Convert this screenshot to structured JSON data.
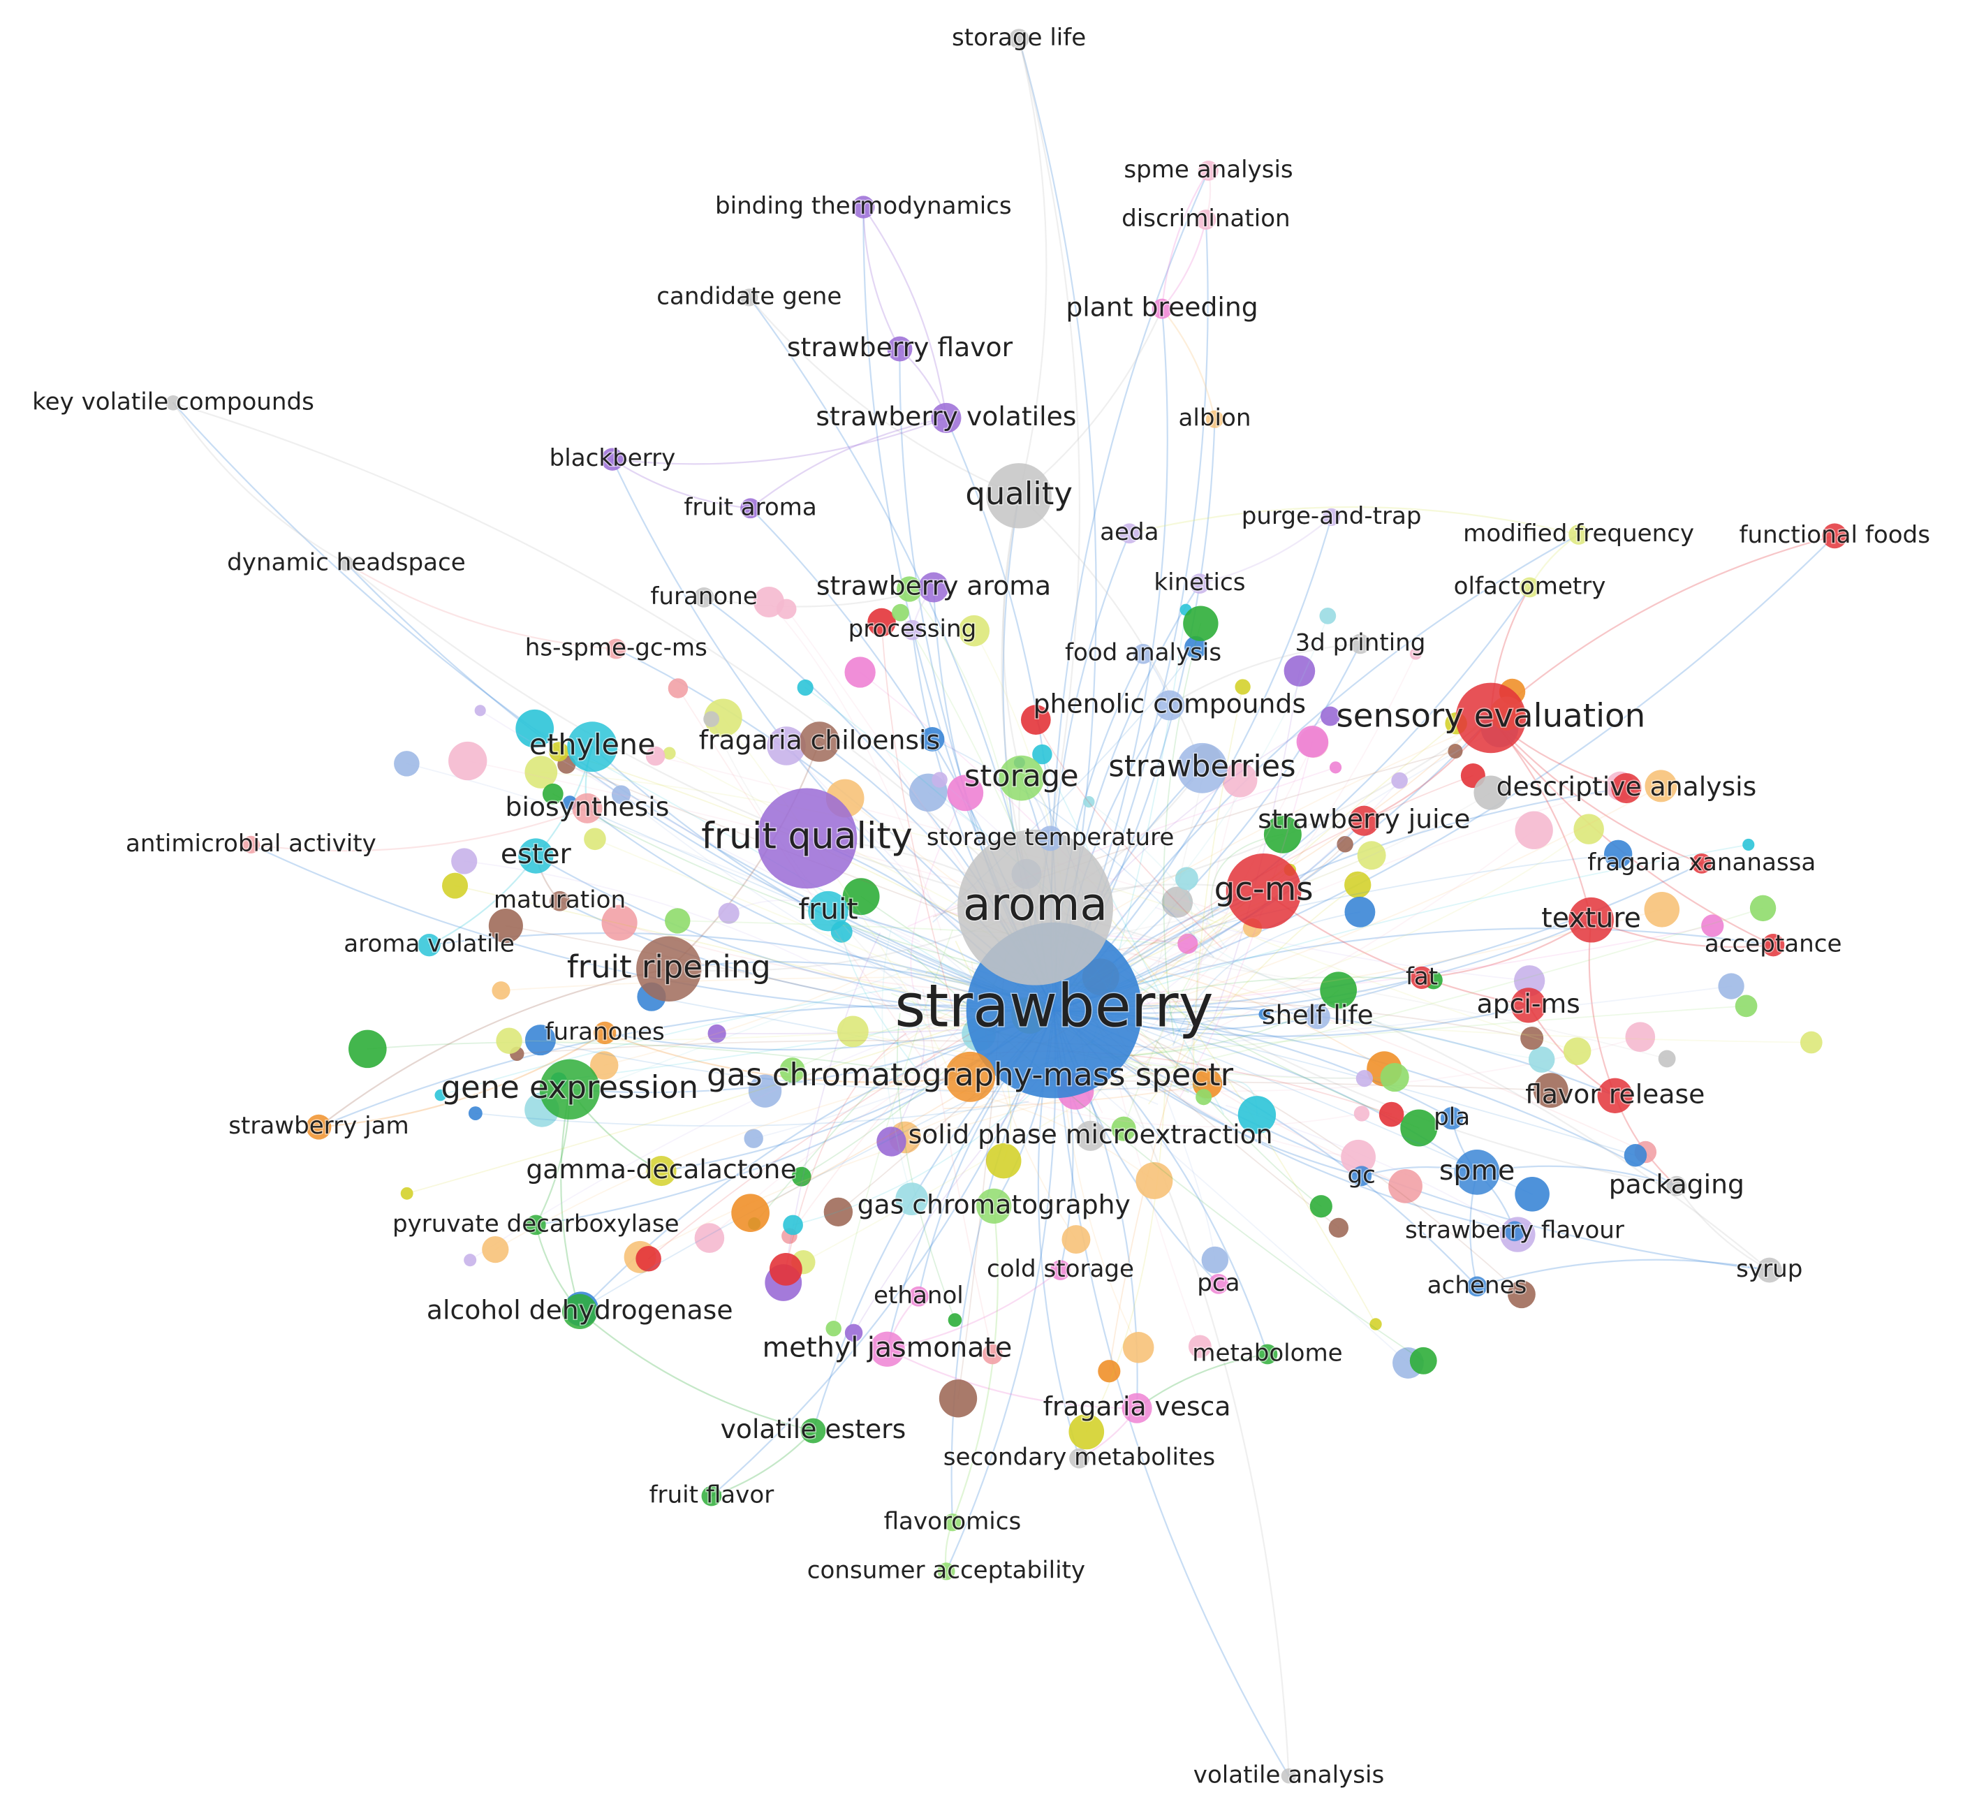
{
  "clusters": {
    "red": "#e3343a",
    "blue": "#3b86d6",
    "green": "#2fae3a",
    "cyan": "#2cc4d8",
    "orange": "#f0902a",
    "purple": "#9a6bd6",
    "pink": "#ee82d4",
    "brown": "#a06b5a",
    "olive": "#d4d12c",
    "salmon": "#f2a1a6",
    "lime": "#8fdc6c",
    "gray": "#c4c4c4",
    "peach": "#f7c279",
    "steel": "#9fb9e6",
    "lightcyan": "#9adbe3",
    "lightpurple": "#c8b3ea",
    "yellowgreen": "#dde87a",
    "lightpink": "#f5b9cf"
  },
  "labels": [
    {
      "text": "strawberry",
      "cluster": "blue",
      "weight": 10
    },
    {
      "text": "aroma",
      "cluster": "gray",
      "weight": 7
    },
    {
      "text": "fruit quality",
      "cluster": "purple",
      "weight": 5
    },
    {
      "text": "quality",
      "cluster": "gray",
      "weight": 4
    },
    {
      "text": "sensory evaluation",
      "cluster": "red",
      "weight": 4
    },
    {
      "text": "gc-ms",
      "cluster": "red",
      "weight": 4
    },
    {
      "text": "fruit ripening",
      "cluster": "brown",
      "weight": 4
    },
    {
      "text": "gene expression",
      "cluster": "green",
      "weight": 4
    },
    {
      "text": "gas chromatography-mass spectr",
      "cluster": "orange",
      "weight": 4
    },
    {
      "text": "strawberries",
      "cluster": "steel",
      "weight": 4
    },
    {
      "text": "storage",
      "cluster": "lime",
      "weight": 4
    },
    {
      "text": "ethylene",
      "cluster": "cyan",
      "weight": 4
    },
    {
      "text": "fruit",
      "cluster": "cyan",
      "weight": 4
    },
    {
      "text": "spme",
      "cluster": "blue",
      "weight": 3
    },
    {
      "text": "texture",
      "cluster": "red",
      "weight": 3
    },
    {
      "text": "ester",
      "cluster": "cyan",
      "weight": 3
    },
    {
      "text": "methyl jasmonate",
      "cluster": "pink",
      "weight": 3
    },
    {
      "text": "strawberry flavor",
      "cluster": "purple",
      "weight": 3
    },
    {
      "text": "strawberry volatiles",
      "cluster": "purple",
      "weight": 3
    },
    {
      "text": "strawberry aroma",
      "cluster": "purple",
      "weight": 3
    },
    {
      "text": "fragaria chiloensis",
      "cluster": "brown",
      "weight": 3
    },
    {
      "text": "biosynthesis",
      "cluster": "salmon",
      "weight": 3
    },
    {
      "text": "plant breeding",
      "cluster": "pink",
      "weight": 3
    },
    {
      "text": "phenolic compounds",
      "cluster": "steel",
      "weight": 3
    },
    {
      "text": "strawberry juice",
      "cluster": "red",
      "weight": 3
    },
    {
      "text": "descriptive analysis",
      "cluster": "red",
      "weight": 3
    },
    {
      "text": "apci-ms",
      "cluster": "red",
      "weight": 3
    },
    {
      "text": "flavor release",
      "cluster": "red",
      "weight": 3
    },
    {
      "text": "shelf life",
      "cluster": "steel",
      "weight": 3
    },
    {
      "text": "gas chromatography",
      "cluster": "lime",
      "weight": 3
    },
    {
      "text": "solid phase microextraction",
      "cluster": "gray",
      "weight": 3
    },
    {
      "text": "gamma-decalactone",
      "cluster": "olive",
      "weight": 3
    },
    {
      "text": "alcohol dehydrogenase",
      "cluster": "green",
      "weight": 3
    },
    {
      "text": "fragaria vesca",
      "cluster": "pink",
      "weight": 3
    },
    {
      "text": "volatile esters",
      "cluster": "green",
      "weight": 3
    },
    {
      "text": "packaging",
      "cluster": "gray",
      "weight": 3
    },
    {
      "text": "strawberry flavour",
      "cluster": "blue",
      "weight": 2
    },
    {
      "text": "storage temperature",
      "cluster": "steel",
      "weight": 2
    },
    {
      "text": "storage life",
      "cluster": "gray",
      "weight": 2
    },
    {
      "text": "spme analysis",
      "cluster": "lightpink",
      "weight": 2
    },
    {
      "text": "discrimination",
      "cluster": "lightpink",
      "weight": 2
    },
    {
      "text": "binding thermodynamics",
      "cluster": "purple",
      "weight": 2
    },
    {
      "text": "candidate gene",
      "cluster": "gray",
      "weight": 2
    },
    {
      "text": "key volatile compounds",
      "cluster": "gray",
      "weight": 2
    },
    {
      "text": "albion",
      "cluster": "peach",
      "weight": 2
    },
    {
      "text": "blackberry",
      "cluster": "purple",
      "weight": 2
    },
    {
      "text": "fruit aroma",
      "cluster": "purple",
      "weight": 2
    },
    {
      "text": "aeda",
      "cluster": "lightpurple",
      "weight": 2
    },
    {
      "text": "purge-and-trap",
      "cluster": "lightpurple",
      "weight": 2
    },
    {
      "text": "modified frequency",
      "cluster": "yellowgreen",
      "weight": 2
    },
    {
      "text": "functional foods",
      "cluster": "red",
      "weight": 2
    },
    {
      "text": "dynamic headspace",
      "cluster": "gray",
      "weight": 2
    },
    {
      "text": "furanone",
      "cluster": "gray",
      "weight": 2
    },
    {
      "text": "kinetics",
      "cluster": "lightpurple",
      "weight": 2
    },
    {
      "text": "olfactometry",
      "cluster": "yellowgreen",
      "weight": 2
    },
    {
      "text": "processing",
      "cluster": "lightpurple",
      "weight": 2
    },
    {
      "text": "hs-spme-gc-ms",
      "cluster": "salmon",
      "weight": 2
    },
    {
      "text": "food analysis",
      "cluster": "steel",
      "weight": 2
    },
    {
      "text": "3d printing",
      "cluster": "gray",
      "weight": 2
    },
    {
      "text": "antimicrobial activity",
      "cluster": "salmon",
      "weight": 2
    },
    {
      "text": "fragaria xananassa",
      "cluster": "red",
      "weight": 2
    },
    {
      "text": "maturation",
      "cluster": "brown",
      "weight": 2
    },
    {
      "text": "aroma volatile",
      "cluster": "cyan",
      "weight": 2
    },
    {
      "text": "acceptance",
      "cluster": "red",
      "weight": 2
    },
    {
      "text": "fat",
      "cluster": "red",
      "weight": 2
    },
    {
      "text": "furanones",
      "cluster": "orange",
      "weight": 2
    },
    {
      "text": "strawberry jam",
      "cluster": "orange",
      "weight": 2
    },
    {
      "text": "pla",
      "cluster": "blue",
      "weight": 2
    },
    {
      "text": "gc",
      "cluster": "blue",
      "weight": 2
    },
    {
      "text": "pyruvate decarboxylase",
      "cluster": "green",
      "weight": 2
    },
    {
      "text": "syrup",
      "cluster": "gray",
      "weight": 2
    },
    {
      "text": "cold storage",
      "cluster": "pink",
      "weight": 2
    },
    {
      "text": "pca",
      "cluster": "pink",
      "weight": 2
    },
    {
      "text": "achenes",
      "cluster": "blue",
      "weight": 2
    },
    {
      "text": "ethanol",
      "cluster": "pink",
      "weight": 2
    },
    {
      "text": "metabolome",
      "cluster": "green",
      "weight": 2
    },
    {
      "text": "secondary metabolites",
      "cluster": "gray",
      "weight": 2
    },
    {
      "text": "fruit flavor",
      "cluster": "green",
      "weight": 2
    },
    {
      "text": "flavoromics",
      "cluster": "lime",
      "weight": 2
    },
    {
      "text": "consumer acceptability",
      "cluster": "lime",
      "weight": 2
    },
    {
      "text": "volatile analysis",
      "cluster": "gray",
      "weight": 2
    }
  ],
  "links": [
    [
      "strawberry",
      "aroma"
    ],
    [
      "strawberry",
      "fruit quality"
    ],
    [
      "strawberry",
      "quality"
    ],
    [
      "strawberry",
      "sensory evaluation"
    ],
    [
      "strawberry",
      "gc-ms"
    ],
    [
      "strawberry",
      "fruit ripening"
    ],
    [
      "strawberry",
      "gene expression"
    ],
    [
      "strawberry",
      "gas chromatography-mass spectr"
    ],
    [
      "strawberry",
      "strawberries"
    ],
    [
      "strawberry",
      "storage"
    ],
    [
      "strawberry",
      "ethylene"
    ],
    [
      "strawberry",
      "fruit"
    ],
    [
      "strawberry",
      "spme"
    ],
    [
      "strawberry",
      "texture"
    ],
    [
      "strawberry",
      "ester"
    ],
    [
      "strawberry",
      "methyl jasmonate"
    ],
    [
      "strawberry",
      "strawberry flavor"
    ],
    [
      "strawberry",
      "strawberry volatiles"
    ],
    [
      "strawberry",
      "strawberry aroma"
    ],
    [
      "strawberry",
      "fragaria chiloensis"
    ],
    [
      "strawberry",
      "biosynthesis"
    ],
    [
      "strawberry",
      "plant breeding"
    ],
    [
      "strawberry",
      "phenolic compounds"
    ],
    [
      "strawberry",
      "strawberry juice"
    ],
    [
      "strawberry",
      "descriptive analysis"
    ],
    [
      "strawberry",
      "apci-ms"
    ],
    [
      "strawberry",
      "flavor release"
    ],
    [
      "strawberry",
      "shelf life"
    ],
    [
      "strawberry",
      "gas chromatography"
    ],
    [
      "strawberry",
      "solid phase microextraction"
    ],
    [
      "strawberry",
      "gamma-decalactone"
    ],
    [
      "strawberry",
      "alcohol dehydrogenase"
    ],
    [
      "strawberry",
      "fragaria vesca"
    ],
    [
      "strawberry",
      "volatile esters"
    ],
    [
      "strawberry",
      "packaging"
    ],
    [
      "strawberry",
      "strawberry flavour"
    ],
    [
      "strawberry",
      "storage temperature"
    ],
    [
      "strawberry",
      "storage life"
    ],
    [
      "strawberry",
      "spme analysis"
    ],
    [
      "strawberry",
      "discrimination"
    ],
    [
      "strawberry",
      "binding thermodynamics"
    ],
    [
      "strawberry",
      "candidate gene"
    ],
    [
      "strawberry",
      "key volatile compounds"
    ],
    [
      "strawberry",
      "albion"
    ],
    [
      "strawberry",
      "blackberry"
    ],
    [
      "strawberry",
      "fruit aroma"
    ],
    [
      "strawberry",
      "aeda"
    ],
    [
      "strawberry",
      "purge-and-trap"
    ],
    [
      "strawberry",
      "modified frequency"
    ],
    [
      "strawberry",
      "functional foods"
    ],
    [
      "strawberry",
      "dynamic headspace"
    ],
    [
      "strawberry",
      "furanone"
    ],
    [
      "strawberry",
      "kinetics"
    ],
    [
      "strawberry",
      "olfactometry"
    ],
    [
      "strawberry",
      "processing"
    ],
    [
      "strawberry",
      "hs-spme-gc-ms"
    ],
    [
      "strawberry",
      "food analysis"
    ],
    [
      "strawberry",
      "3d printing"
    ],
    [
      "strawberry",
      "antimicrobial activity"
    ],
    [
      "strawberry",
      "fragaria xananassa"
    ],
    [
      "strawberry",
      "maturation"
    ],
    [
      "strawberry",
      "aroma volatile"
    ],
    [
      "strawberry",
      "acceptance"
    ],
    [
      "strawberry",
      "fat"
    ],
    [
      "strawberry",
      "furanones"
    ],
    [
      "strawberry",
      "strawberry jam"
    ],
    [
      "strawberry",
      "pla"
    ],
    [
      "strawberry",
      "gc"
    ],
    [
      "strawberry",
      "pyruvate decarboxylase"
    ],
    [
      "strawberry",
      "syrup"
    ],
    [
      "strawberry",
      "cold storage"
    ],
    [
      "strawberry",
      "pca"
    ],
    [
      "strawberry",
      "achenes"
    ],
    [
      "strawberry",
      "ethanol"
    ],
    [
      "strawberry",
      "metabolome"
    ],
    [
      "strawberry",
      "secondary metabolites"
    ],
    [
      "strawberry",
      "fruit flavor"
    ],
    [
      "strawberry",
      "flavoromics"
    ],
    [
      "strawberry",
      "consumer acceptability"
    ],
    [
      "strawberry",
      "volatile analysis"
    ],
    [
      "aroma",
      "quality"
    ],
    [
      "aroma",
      "sensory evaluation"
    ],
    [
      "aroma",
      "gc-ms"
    ],
    [
      "aroma",
      "fruit quality"
    ],
    [
      "aroma",
      "storage"
    ],
    [
      "aroma",
      "strawberries"
    ],
    [
      "aroma",
      "fruit ripening"
    ],
    [
      "aroma",
      "gas chromatography-mass spectr"
    ],
    [
      "aroma",
      "solid phase microextraction"
    ],
    [
      "aroma",
      "key volatile compounds"
    ],
    [
      "aroma",
      "dynamic headspace"
    ],
    [
      "aroma",
      "storage life"
    ],
    [
      "aroma",
      "volatile analysis"
    ],
    [
      "aroma",
      "packaging"
    ],
    [
      "aroma",
      "syrup"
    ],
    [
      "quality",
      "storage life"
    ],
    [
      "quality",
      "candidate gene"
    ],
    [
      "quality",
      "plant breeding"
    ],
    [
      "quality",
      "strawberries"
    ],
    [
      "quality",
      "storage"
    ],
    [
      "strawberry flavor",
      "binding thermodynamics"
    ],
    [
      "strawberry volatiles",
      "binding thermodynamics"
    ],
    [
      "strawberry flavor",
      "strawberry volatiles"
    ],
    [
      "blackberry",
      "strawberry volatiles"
    ],
    [
      "fruit aroma",
      "strawberry volatiles"
    ],
    [
      "blackberry",
      "fruit aroma"
    ],
    [
      "plant breeding",
      "spme analysis"
    ],
    [
      "plant breeding",
      "discrimination"
    ],
    [
      "spme analysis",
      "discrimination"
    ],
    [
      "albion",
      "plant breeding"
    ],
    [
      "sensory evaluation",
      "functional foods"
    ],
    [
      "sensory evaluation",
      "descriptive analysis"
    ],
    [
      "sensory evaluation",
      "texture"
    ],
    [
      "sensory evaluation",
      "acceptance"
    ],
    [
      "sensory evaluation",
      "strawberry juice"
    ],
    [
      "sensory evaluation",
      "fragaria xananassa"
    ],
    [
      "sensory evaluation",
      "olfactometry"
    ],
    [
      "texture",
      "acceptance"
    ],
    [
      "texture",
      "fat"
    ],
    [
      "apci-ms",
      "flavor release"
    ],
    [
      "flavor release",
      "texture"
    ],
    [
      "gc-ms",
      "apci-ms"
    ],
    [
      "olfactometry",
      "modified frequency"
    ],
    [
      "modified frequency",
      "aeda"
    ],
    [
      "spme",
      "pla"
    ],
    [
      "spme",
      "gc"
    ],
    [
      "spme",
      "strawberry flavour"
    ],
    [
      "spme",
      "achenes"
    ],
    [
      "spme",
      "packaging"
    ],
    [
      "packaging",
      "syrup"
    ],
    [
      "achenes",
      "syrup"
    ],
    [
      "flavor release",
      "packaging"
    ],
    [
      "ethylene",
      "ester"
    ],
    [
      "ethylene",
      "biosynthesis"
    ],
    [
      "ester",
      "aroma volatile"
    ],
    [
      "antimicrobial activity",
      "biosynthesis"
    ],
    [
      "maturation",
      "ester"
    ],
    [
      "gene expression",
      "alcohol dehydrogenase"
    ],
    [
      "gene expression",
      "pyruvate decarboxylase"
    ],
    [
      "gene expression",
      "gamma-decalactone"
    ],
    [
      "alcohol dehydrogenase",
      "pyruvate decarboxylase"
    ],
    [
      "alcohol dehydrogenase",
      "volatile esters"
    ],
    [
      "volatile esters",
      "fruit flavor"
    ],
    [
      "methyl jasmonate",
      "fragaria vesca"
    ],
    [
      "methyl jasmonate",
      "ethanol"
    ],
    [
      "methyl jasmonate",
      "cold storage"
    ],
    [
      "fragaria vesca",
      "secondary metabolites"
    ],
    [
      "metabolome",
      "fragaria vesca"
    ],
    [
      "gas chromatography",
      "flavoromics"
    ],
    [
      "flavoromics",
      "consumer acceptability"
    ],
    [
      "furanones",
      "strawberry jam"
    ],
    [
      "fruit ripening",
      "strawberry jam"
    ],
    [
      "gas chromatography-mass spectr",
      "furanones"
    ],
    [
      "key volatile compounds",
      "dynamic headspace"
    ],
    [
      "hs-spme-gc-ms",
      "dynamic headspace"
    ],
    [
      "furanone",
      "strawberry aroma"
    ],
    [
      "processing",
      "strawberry aroma"
    ],
    [
      "kinetics",
      "purge-and-trap"
    ],
    [
      "food analysis",
      "phenolic compounds"
    ],
    [
      "3d printing",
      "phenolic compounds"
    ],
    [
      "fragaria chiloensis",
      "fruit ripening"
    ],
    [
      "storage temperature",
      "storage"
    ]
  ]
}
